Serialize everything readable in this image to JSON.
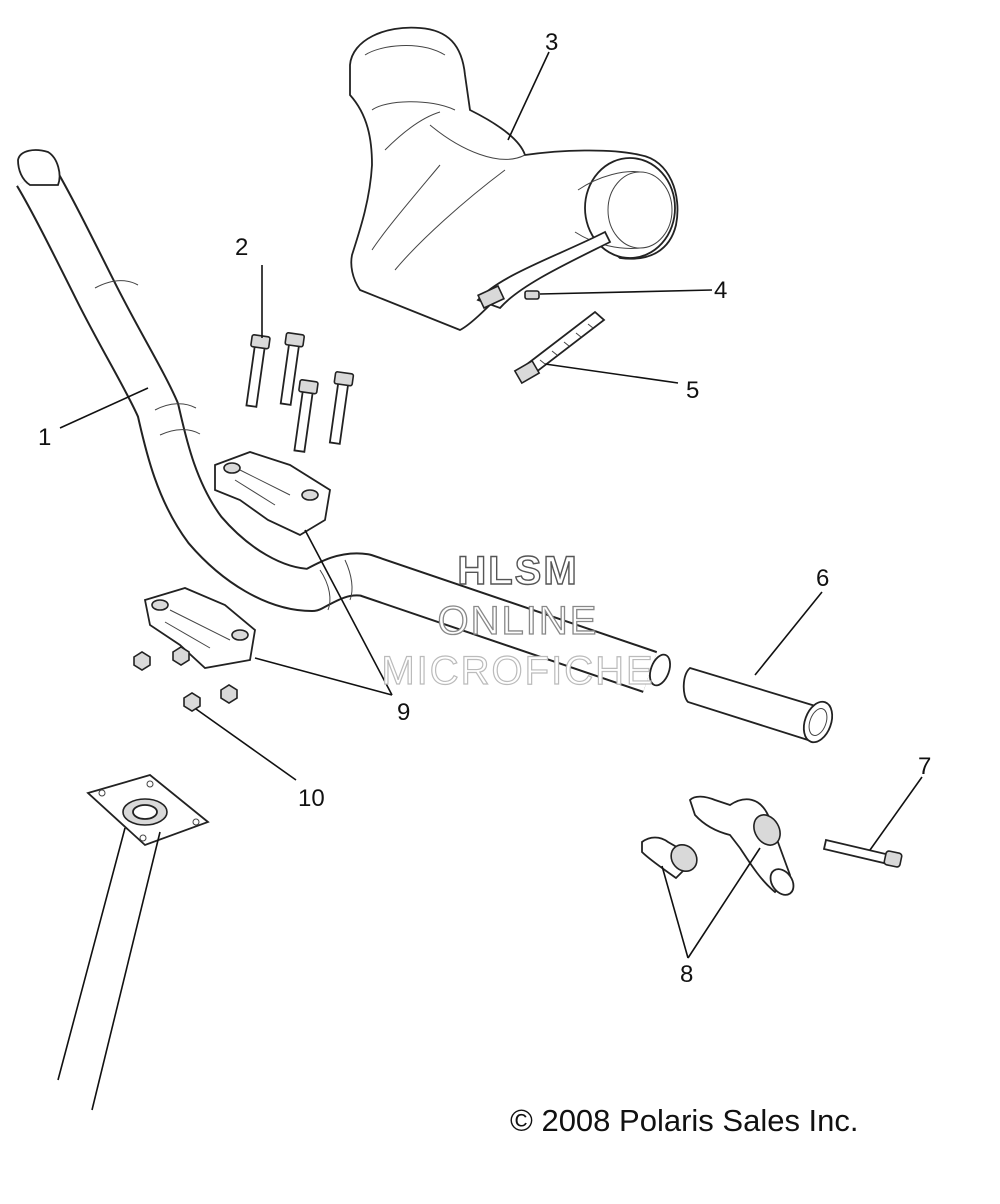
{
  "callouts": {
    "c1": "1",
    "c2": "2",
    "c3": "3",
    "c4": "4",
    "c5": "5",
    "c6": "6",
    "c7": "7",
    "c8": "8",
    "c9": "9",
    "c10": "10"
  },
  "watermark": {
    "line1": "HLSM",
    "line2": "ONLINE",
    "line3": "MICROFICHE"
  },
  "copyright": "© 2008 Polaris Sales Inc."
}
